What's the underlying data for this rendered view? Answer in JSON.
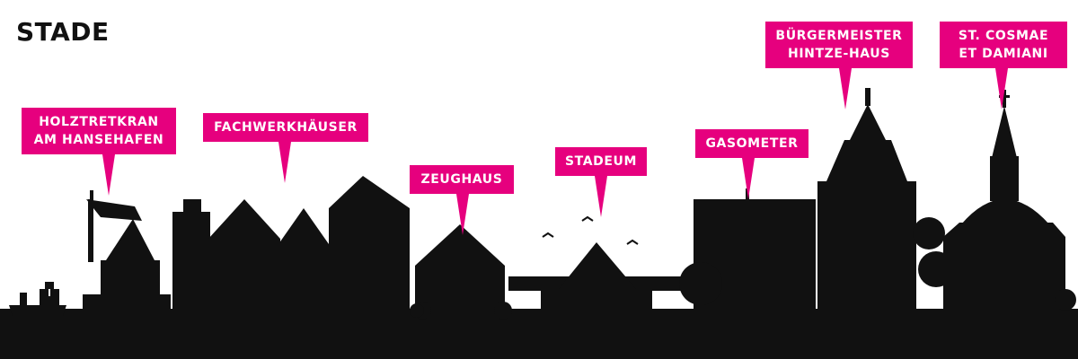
{
  "title": "STADE",
  "colors": {
    "accent": "#e6007e",
    "silhouette": "#111111",
    "background": "#ffffff",
    "label_text": "#ffffff"
  },
  "labels": {
    "holztretkran": [
      "HOLZTRETKRAN",
      "AM HANSEHAFEN"
    ],
    "fachwerkhaeuser": [
      "FACHWERKHÄUSER"
    ],
    "zeughaus": [
      "ZEUGHAUS"
    ],
    "stadeum": [
      "STADEUM"
    ],
    "gasometer": [
      "GASOMETER"
    ],
    "hintze_haus": [
      "BÜRGERMEISTER",
      "HINTZE-HAUS"
    ],
    "cosmae": [
      "ST. COSMAE",
      "ET DAMIANI"
    ]
  }
}
